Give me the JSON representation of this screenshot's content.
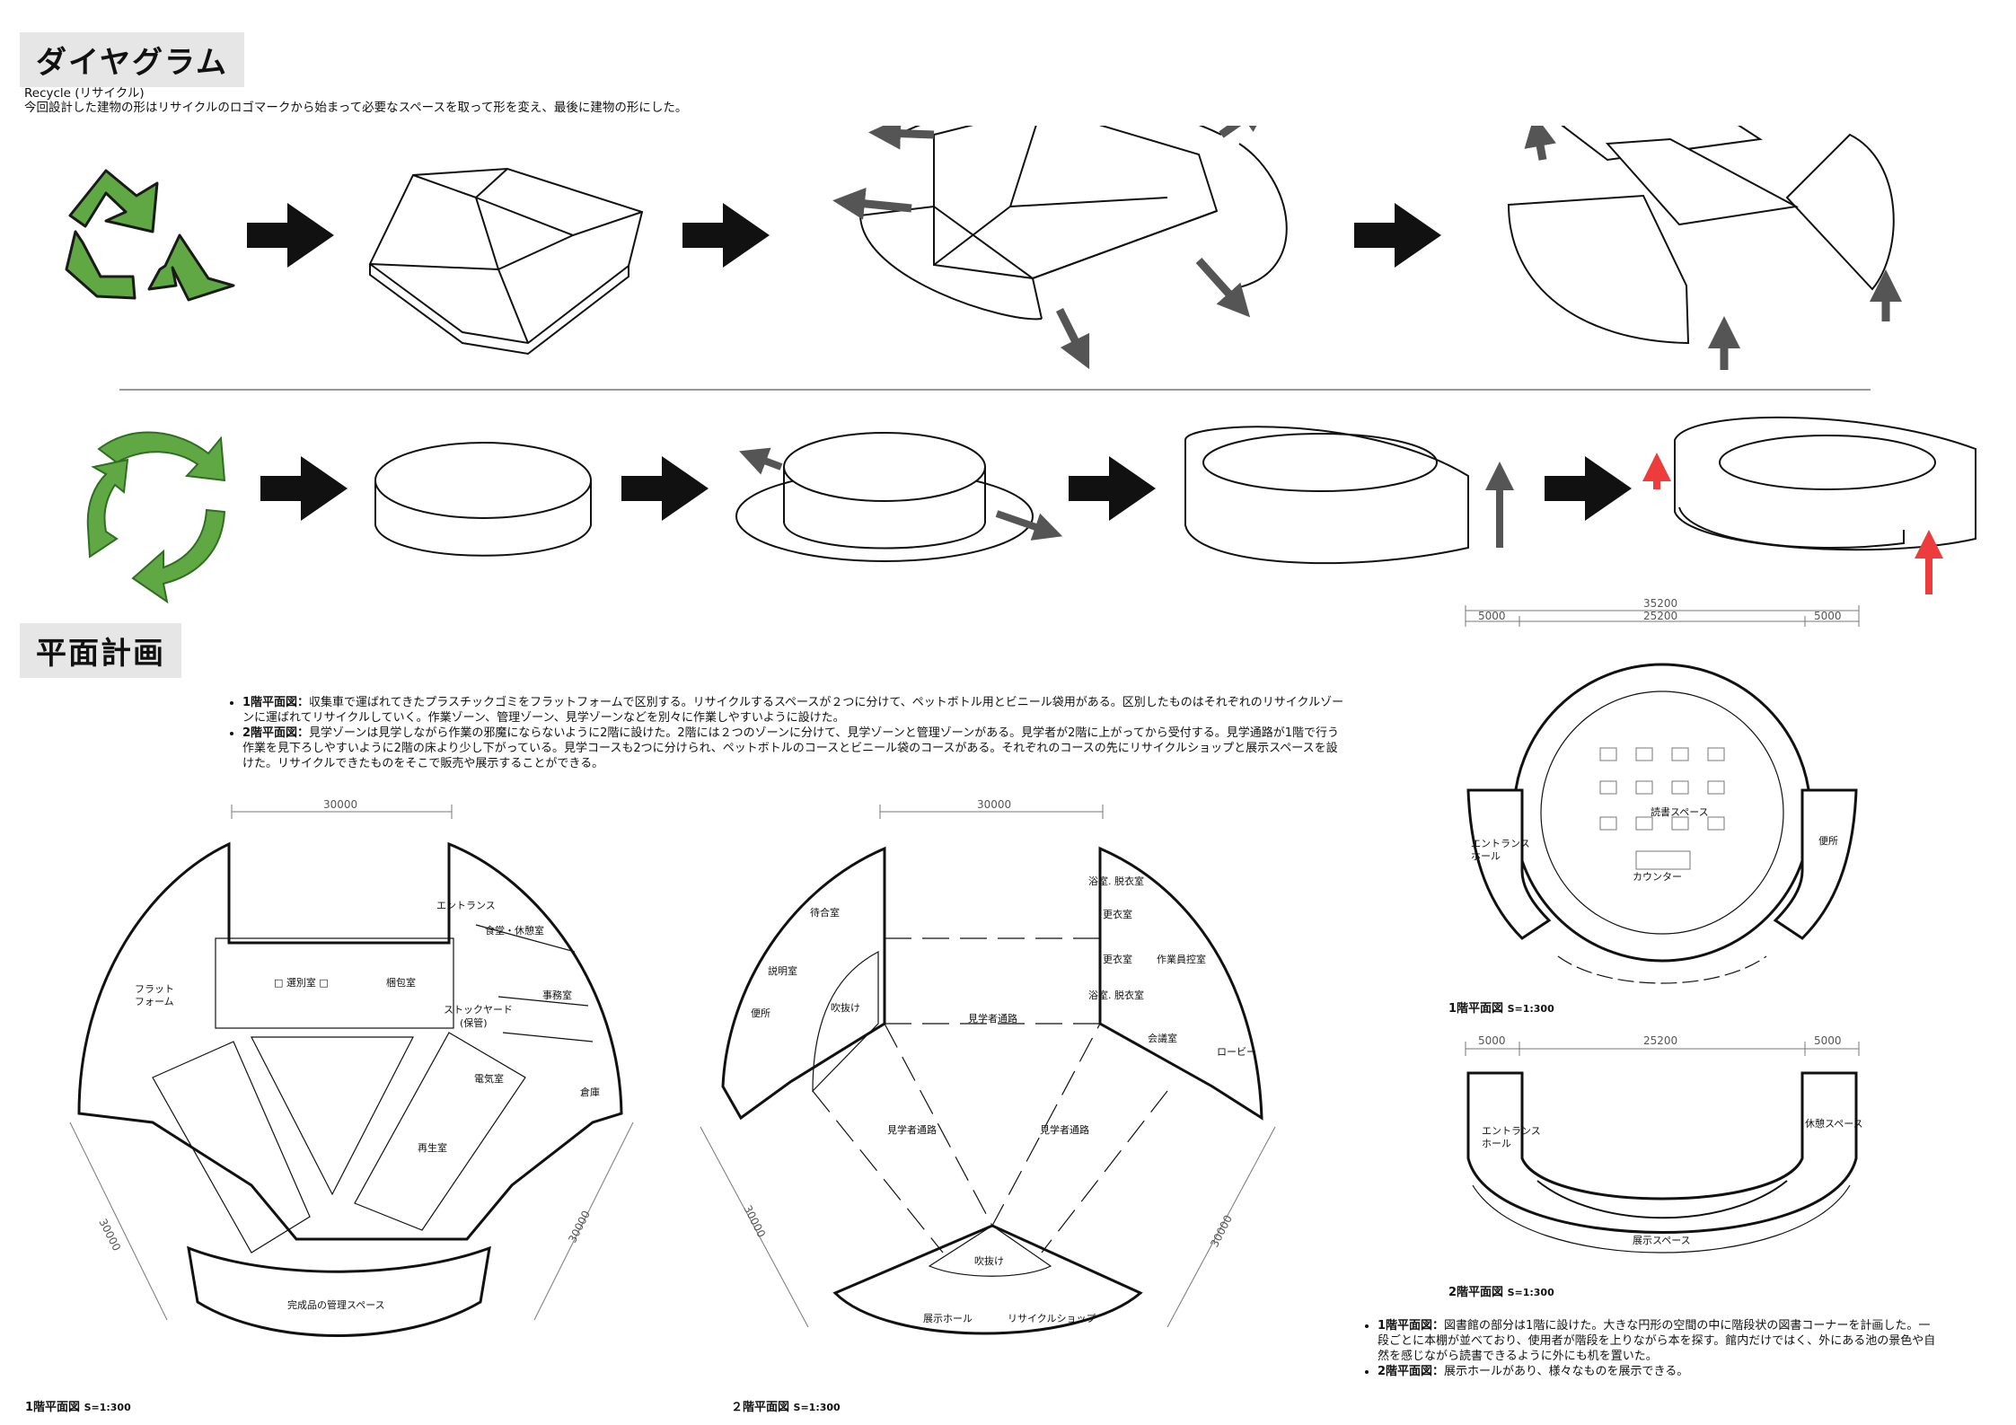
{
  "headings": {
    "diagram": "ダイヤグラム",
    "plans": "平面計画"
  },
  "intro": {
    "line1": "Recycle (リサイクル)",
    "line2": "今回設計した建物の形はリサイクルのロゴマークから始まって必要なスペースを取って形を変え、最後に建物の形にした。"
  },
  "description": {
    "floor1_label": "1階平面図：",
    "floor1_text": "収集車で運ばれてきたプラスチックゴミをフラットフォームで区別する。リサイクルするスペースが２つに分けて、ペットボトル用とビニール袋用がある。区別したものはそれぞれのリサイクルゾーンに運ばれてリサイクルしていく。作業ゾーン、管理ゾーン、見学ゾーンなどを別々に作業しやすいように設けた。",
    "floor2_label": "2階平面図：",
    "floor2_text": "見学ゾーンは見学しながら作業の邪魔にならないように2階に設けた。2階には２つのゾーンに分けて、見学ゾーンと管理ゾーンがある。見学者が2階に上がってから受付する。見学通路が1階で行う作業を見下ろしやすいように2階の床より少し下がっている。見学コースも2つに分けられ、ペットボトルのコースとビニール袋のコースがある。それぞれのコースの先にリサイクルショップと展示スペースを設けた。リサイクルできたものをそこで販売や展示することができる。"
  },
  "library_description": {
    "floor1_label": "1階平面図：",
    "floor1_text": "図書館の部分は1階に設けた。大きな円形の空間の中に階段状の図書コーナーを計画した。一段ごとに本棚が並べており、使用者が階段を上りながら本を探す。館内だけではく、外にある池の景色や自然を感じながら読書できるように外にも机を置いた。",
    "floor2_label": "2階平面図：",
    "floor2_text": "展示ホールがあり、様々なものを展示できる。"
  },
  "plan1": {
    "caption": "1階平面図",
    "scale": "S=1:300",
    "dims": {
      "top": "30000",
      "left": "30000",
      "right": "30000"
    },
    "rooms": {
      "platform": "フラット\nフォーム",
      "sorting": "□ 選別室 □",
      "compression": "梱包室",
      "entrance": "エントランス",
      "dining": "食堂・休憩室",
      "office": "事務室",
      "stockyard": "ストックヤード",
      "stockyard_sub": "(保管)",
      "electric": "電気室",
      "warehouse": "倉庫",
      "regen": "再生室",
      "management": "完成品の管理スペース"
    }
  },
  "plan2": {
    "caption": "２階平面図",
    "scale": "S=1:300",
    "dims": {
      "top": "30000",
      "left": "30000",
      "right": "30000"
    },
    "rooms": {
      "waiting": "待合室",
      "briefing": "説明室",
      "toilet": "便所",
      "void": "吹抜け",
      "corridor_top": "見学者通路",
      "corridor_left": "見学者通路",
      "corridor_right": "見学者通路",
      "bath1": "浴室. 脱衣室",
      "locker1": "更衣室",
      "locker2": "更衣室",
      "bath2": "浴室. 脱衣室",
      "staff": "作業員控室",
      "meeting": "会議室",
      "lobby": "ロービー",
      "void2": "吹抜け",
      "exhibit": "展示ホール",
      "shop": "リサイクルショップ"
    }
  },
  "lib1": {
    "caption": "1階平面図",
    "scale": "S=1:300",
    "dims": {
      "total": "35200",
      "left": "5000",
      "mid": "25200",
      "right": "5000"
    },
    "rooms": {
      "reading": "読書スペース",
      "counter": "カウンター",
      "entrance": "エントランス\nホール",
      "toilet": "便所"
    }
  },
  "lib2": {
    "caption": "2階平面図",
    "scale": "S=1:300",
    "dims": {
      "left": "5000",
      "mid": "25200",
      "right": "5000"
    },
    "rooms": {
      "entrance": "エントランス\nホール",
      "rest": "休憩スペース",
      "exhibit": "展示スペース"
    }
  },
  "colors": {
    "logo_green": "#5fa843",
    "logo_dark": "#2f6e22",
    "arrow_gray": "#555555",
    "arrow_red": "#ee3b3b",
    "heading_bg": "#e6e6e6"
  }
}
